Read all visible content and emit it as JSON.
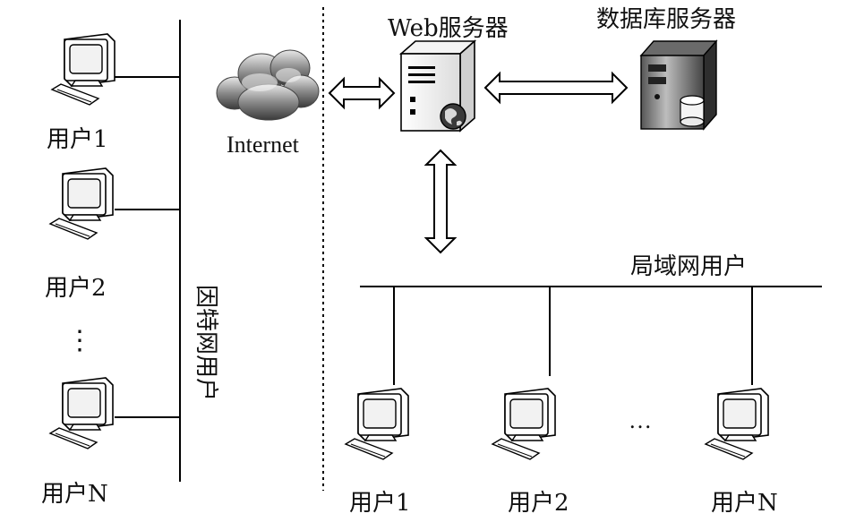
{
  "internet_side": {
    "users": [
      {
        "label": "用户1",
        "icon": "computer-icon"
      },
      {
        "label": "用户2",
        "icon": "computer-icon"
      },
      {
        "label": "用户N",
        "icon": "computer-icon"
      }
    ],
    "ellipsis": "⋮",
    "bus_label": "因特网用户"
  },
  "cloud": {
    "label": "Internet",
    "icon": "cloud-icon"
  },
  "web_server": {
    "label": "Web服务器",
    "icon": "web-server-icon"
  },
  "db_server": {
    "label": "数据库服务器",
    "icon": "database-server-icon"
  },
  "lan": {
    "label": "局域网用户",
    "users": [
      {
        "label": "用户1",
        "icon": "computer-icon"
      },
      {
        "label": "用户2",
        "icon": "computer-icon"
      },
      {
        "label": "用户N",
        "icon": "computer-icon"
      }
    ],
    "ellipsis": "…"
  }
}
